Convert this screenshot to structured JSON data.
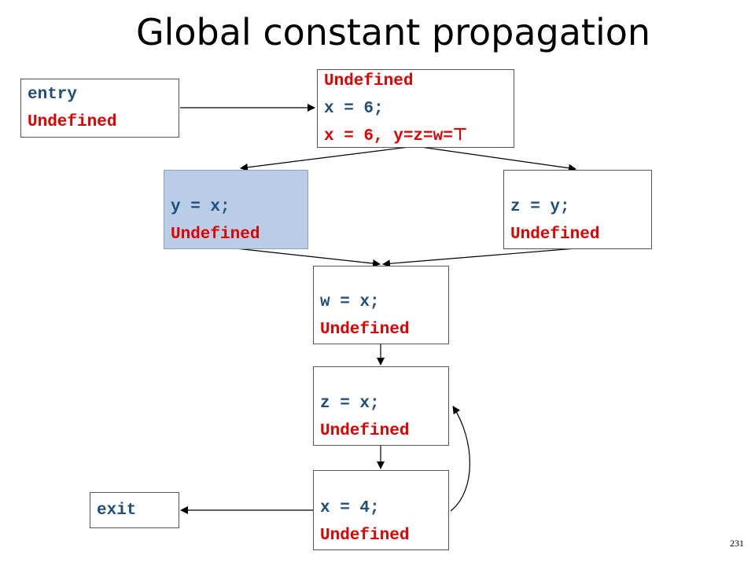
{
  "title": "Global constant propagation",
  "page_number": "231",
  "nodes": {
    "entry": {
      "code": "entry",
      "fact": "Undefined"
    },
    "start": {
      "fact_top": "Undefined",
      "code": "x = 6;",
      "fact": "x = 6, y=z=w=⊤"
    },
    "y_assign": {
      "code": "y = x;",
      "fact": "Undefined"
    },
    "z_assign_y": {
      "code": "z = y;",
      "fact": "Undefined"
    },
    "w_assign": {
      "code": "w = x;",
      "fact": "Undefined"
    },
    "z_assign_x": {
      "code": "z = x;",
      "fact": "Undefined"
    },
    "x_assign": {
      "code": "x = 4;",
      "fact": "Undefined"
    },
    "exit": {
      "code": "exit"
    }
  },
  "edges": [
    {
      "from": "entry",
      "to": "start"
    },
    {
      "from": "start",
      "to": "y_assign"
    },
    {
      "from": "start",
      "to": "z_assign_y"
    },
    {
      "from": "y_assign",
      "to": "w_assign"
    },
    {
      "from": "z_assign_y",
      "to": "w_assign"
    },
    {
      "from": "w_assign",
      "to": "z_assign_x"
    },
    {
      "from": "z_assign_x",
      "to": "x_assign"
    },
    {
      "from": "x_assign",
      "to": "z_assign_x"
    },
    {
      "from": "x_assign",
      "to": "exit"
    }
  ],
  "colors": {
    "code": "#1f4e79",
    "fact": "#e00000",
    "highlight": "#b9cde6"
  }
}
